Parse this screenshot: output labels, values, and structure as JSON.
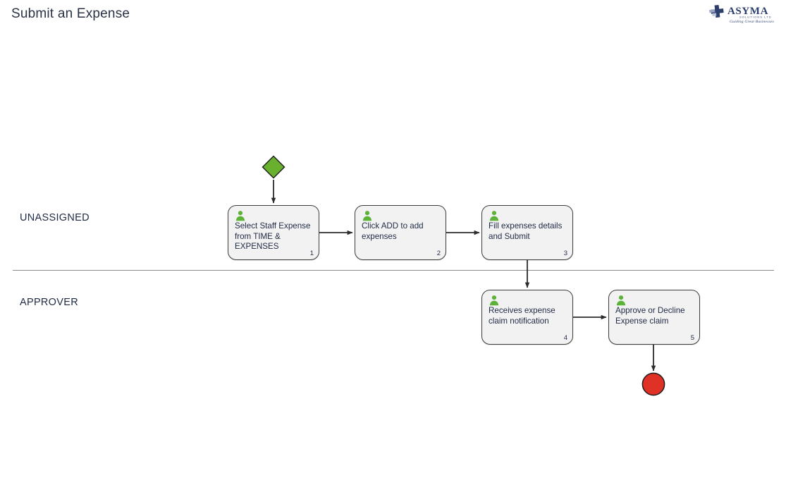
{
  "header": {
    "title": "Submit an Expense"
  },
  "logo": {
    "name": "ASYMA",
    "subtitle": "SOLUTIONS LTD",
    "tagline": "Guiding Great Businesses",
    "icon": "medical-cross-icon",
    "color": "#2c3e6b"
  },
  "colors": {
    "start_event_fill": "#6ab02f",
    "end_event_fill": "#e03127",
    "task_fill": "#f2f2f2",
    "task_border": "#3c3c3c",
    "connector": "#2b2b2b",
    "lane_divider": "#8a8a8a",
    "person_icon": "#5cb338",
    "text": "#1f2a44"
  },
  "lanes": [
    {
      "id": "unassigned",
      "label": "UNASSIGNED"
    },
    {
      "id": "approver",
      "label": "APPROVER"
    }
  ],
  "diagram": {
    "type": "bpmn-flowchart",
    "start_event": {
      "name": "start-event",
      "shape": "diamond",
      "color": "#6ab02f"
    },
    "end_event": {
      "name": "end-event",
      "shape": "circle",
      "color": "#e03127"
    },
    "tasks": [
      {
        "number": "1",
        "label": "Select Staff Expense from TIME & EXPENSES",
        "lane": "UNASSIGNED",
        "icon": "person-icon"
      },
      {
        "number": "2",
        "label": "Click ADD to add expenses",
        "lane": "UNASSIGNED",
        "icon": "person-icon"
      },
      {
        "number": "3",
        "label": "Fill expenses details and Submit",
        "lane": "UNASSIGNED",
        "icon": "person-icon"
      },
      {
        "number": "4",
        "label": "Receives expense claim notification",
        "lane": "APPROVER",
        "icon": "person-icon"
      },
      {
        "number": "5",
        "label": "Approve or Decline Expense claim",
        "lane": "APPROVER",
        "icon": "person-icon"
      }
    ],
    "flows": [
      {
        "from": "start-event",
        "to": "1"
      },
      {
        "from": "1",
        "to": "2"
      },
      {
        "from": "2",
        "to": "3"
      },
      {
        "from": "3",
        "to": "4"
      },
      {
        "from": "4",
        "to": "5"
      },
      {
        "from": "5",
        "to": "end-event"
      }
    ]
  }
}
